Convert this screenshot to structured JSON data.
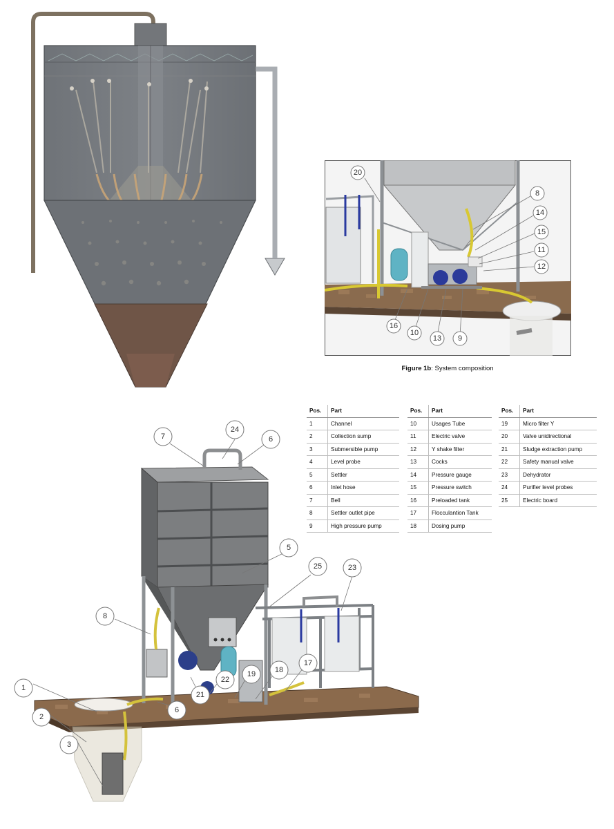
{
  "figure": {
    "caption_bold": "Figure 1b",
    "caption_rest": ": System composition"
  },
  "detail_callouts": [
    "20",
    "8",
    "14",
    "15",
    "11",
    "12",
    "16",
    "10",
    "13",
    "9"
  ],
  "main_callouts": [
    "7",
    "24",
    "6",
    "5",
    "25",
    "23",
    "8",
    "1",
    "2",
    "3",
    "6",
    "21",
    "22",
    "19",
    "18",
    "17"
  ],
  "parts_table": {
    "header_pos": "Pos.",
    "header_part": "Part",
    "columns": [
      [
        {
          "pos": "1",
          "part": "Channel"
        },
        {
          "pos": "2",
          "part": "Collection sump"
        },
        {
          "pos": "3",
          "part": "Submersible pump"
        },
        {
          "pos": "4",
          "part": "Level probe"
        },
        {
          "pos": "5",
          "part": "Settler"
        },
        {
          "pos": "6",
          "part": "Inlet hose"
        },
        {
          "pos": "7",
          "part": "Bell"
        },
        {
          "pos": "8",
          "part": "Settler outlet pipe"
        },
        {
          "pos": "9",
          "part": "High pressure pump"
        }
      ],
      [
        {
          "pos": "10",
          "part": "Usages Tube"
        },
        {
          "pos": "11",
          "part": "Electric valve"
        },
        {
          "pos": "12",
          "part": "Y shake filter"
        },
        {
          "pos": "13",
          "part": "Cocks"
        },
        {
          "pos": "14",
          "part": "Pressure gauge"
        },
        {
          "pos": "15",
          "part": "Pressure switch"
        },
        {
          "pos": "16",
          "part": "Preloaded tank"
        },
        {
          "pos": "17",
          "part": "Flocculantion Tank"
        },
        {
          "pos": "18",
          "part": "Dosing pump"
        }
      ],
      [
        {
          "pos": "19",
          "part": "Micro filter Y"
        },
        {
          "pos": "20",
          "part": "Valve unidirectional"
        },
        {
          "pos": "21",
          "part": "Sludge extraction pump"
        },
        {
          "pos": "22",
          "part": "Safety manual valve"
        },
        {
          "pos": "23",
          "part": "Dehydrator"
        },
        {
          "pos": "24",
          "part": "Purifier level probes"
        },
        {
          "pos": "25",
          "part": "Electric board"
        }
      ]
    ]
  }
}
